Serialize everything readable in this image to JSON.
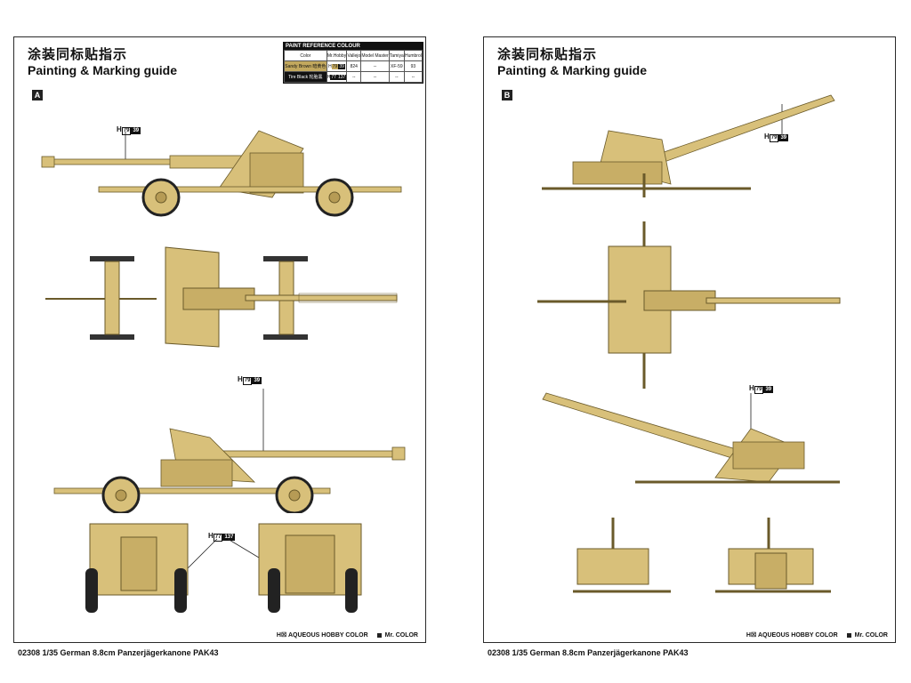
{
  "sheetA": {
    "title_cn": "涂装同标贴指示",
    "title_en": "Painting & Marking guide",
    "version": "A",
    "callouts": [
      {
        "h": "H",
        "num": "79",
        "code": "39"
      },
      {
        "h": "H",
        "num": "79",
        "code": "39"
      },
      {
        "h": "H",
        "num": "77",
        "code": "137"
      }
    ],
    "footer": {
      "aqueous": "H☒ AQUEOUS HOBBY COLOR",
      "mr": "Mr. COLOR"
    },
    "caption": "02308 1/35 German 8.8cm Panzerjägerkanone PAK43"
  },
  "sheetB": {
    "title_cn": "涂装同标贴指示",
    "title_en": "Painting & Marking guide",
    "version": "B",
    "callouts": [
      {
        "h": "H",
        "num": "79",
        "code": "39"
      },
      {
        "h": "H",
        "num": "79",
        "code": "39"
      }
    ],
    "footer": {
      "aqueous": "H☒ AQUEOUS HOBBY COLOR",
      "mr": "Mr. COLOR"
    },
    "caption": "02308 1/35 German 8.8cm Panzerjägerkanone PAK43"
  },
  "paint_table": {
    "heading": "PAINT REFERENCE COLOUR",
    "columns": [
      "Color",
      "Mr.Hobby",
      "Vallejo",
      "Model Master",
      "Tamiya",
      "Humbrol"
    ],
    "rows": [
      {
        "name": "Sandy Brown 暗黄色",
        "mrhobby_h": "H",
        "mrhobby_num": "79",
        "mrhobby_code": "39",
        "vallejo": "824",
        "model_master": "--",
        "tamiya": "XF-59",
        "humbrol": "93"
      },
      {
        "name": "Tire Black 轮胎黑",
        "mrhobby_h": "H",
        "mrhobby_num": "77",
        "mrhobby_code": "137",
        "vallejo": "--",
        "model_master": "--",
        "tamiya": "--",
        "humbrol": "--"
      }
    ]
  },
  "colors": {
    "sand": "#d8c07a",
    "sand_dark": "#b69b55",
    "tire": "#222222"
  }
}
